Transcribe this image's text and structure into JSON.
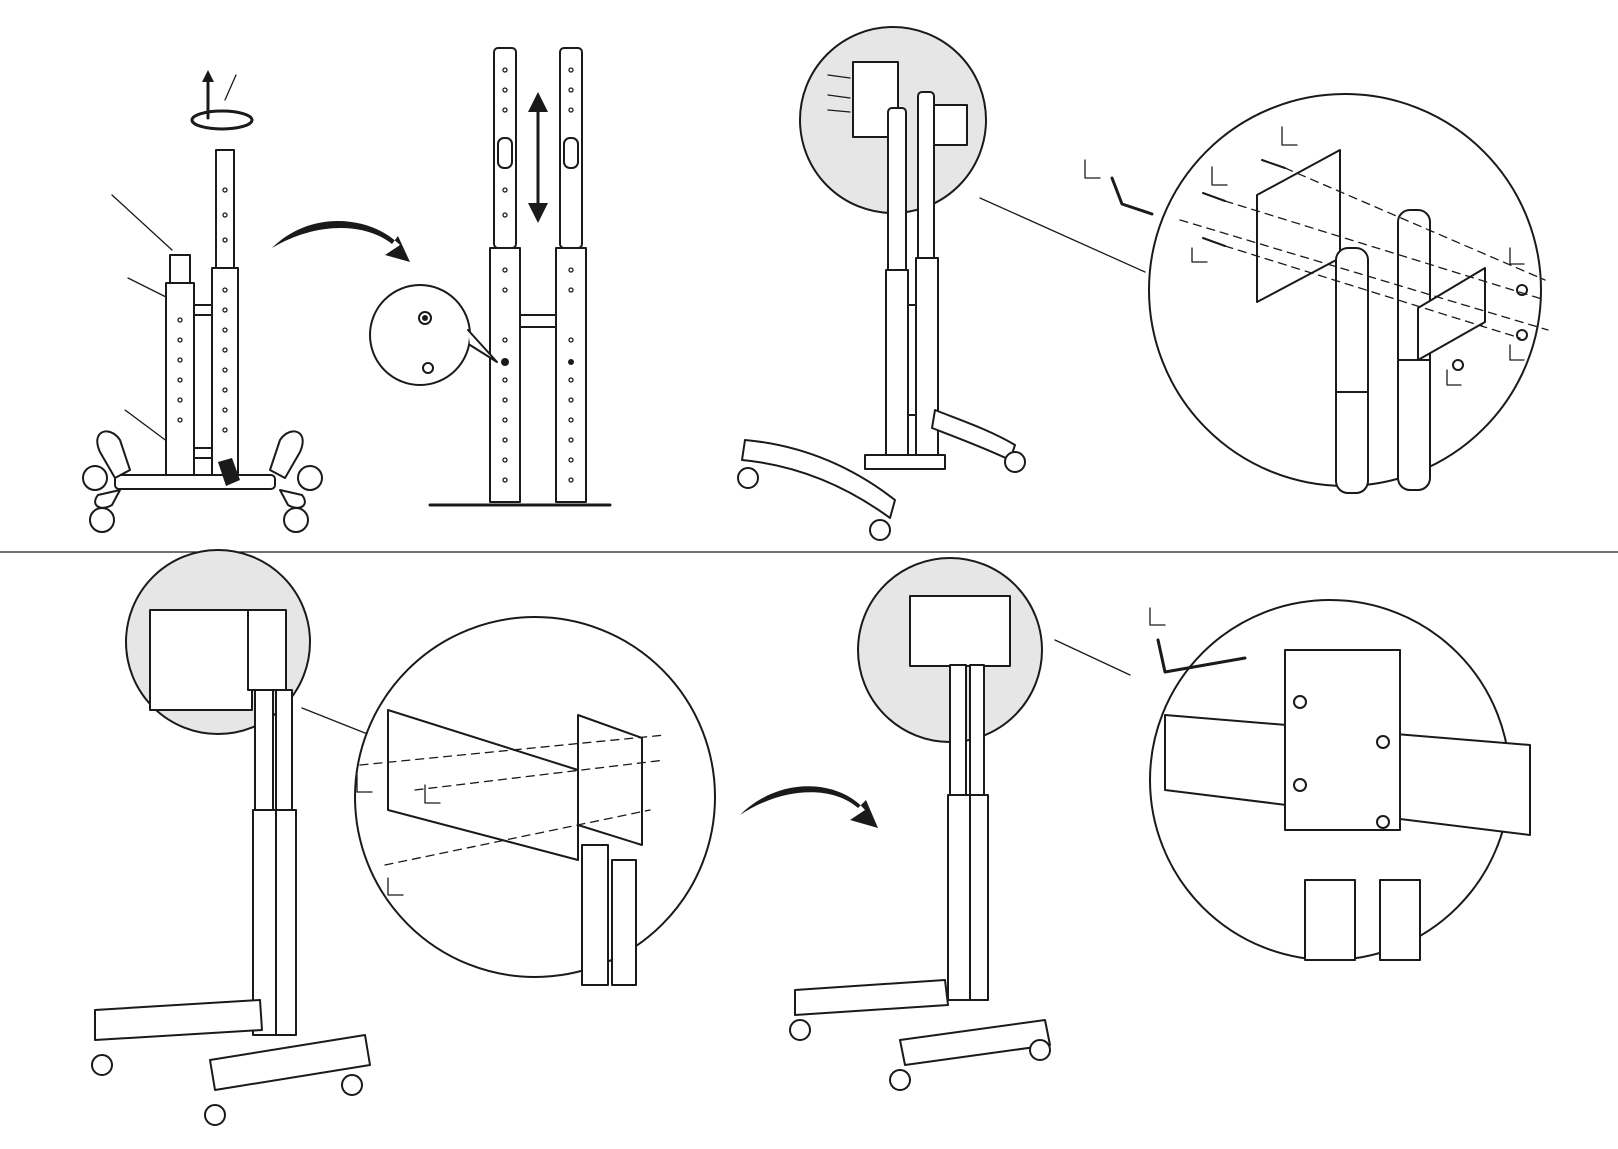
{
  "figure": {
    "panels": [
      {
        "step": "adjust-pole-height"
      },
      {
        "step": "attach-bracket-to-poles"
      },
      {
        "step": "attach-rail-to-bracket"
      },
      {
        "step": "tighten-screws"
      }
    ],
    "colors": {
      "ink": "#1a1a1a",
      "magnifier": "#e6e6e6",
      "background": "#ffffff"
    },
    "icons": [
      "rotate-arrow-icon",
      "up-arrow-icon",
      "double-arrow-icon",
      "curved-arrow-icon",
      "hex-key-icon"
    ]
  }
}
